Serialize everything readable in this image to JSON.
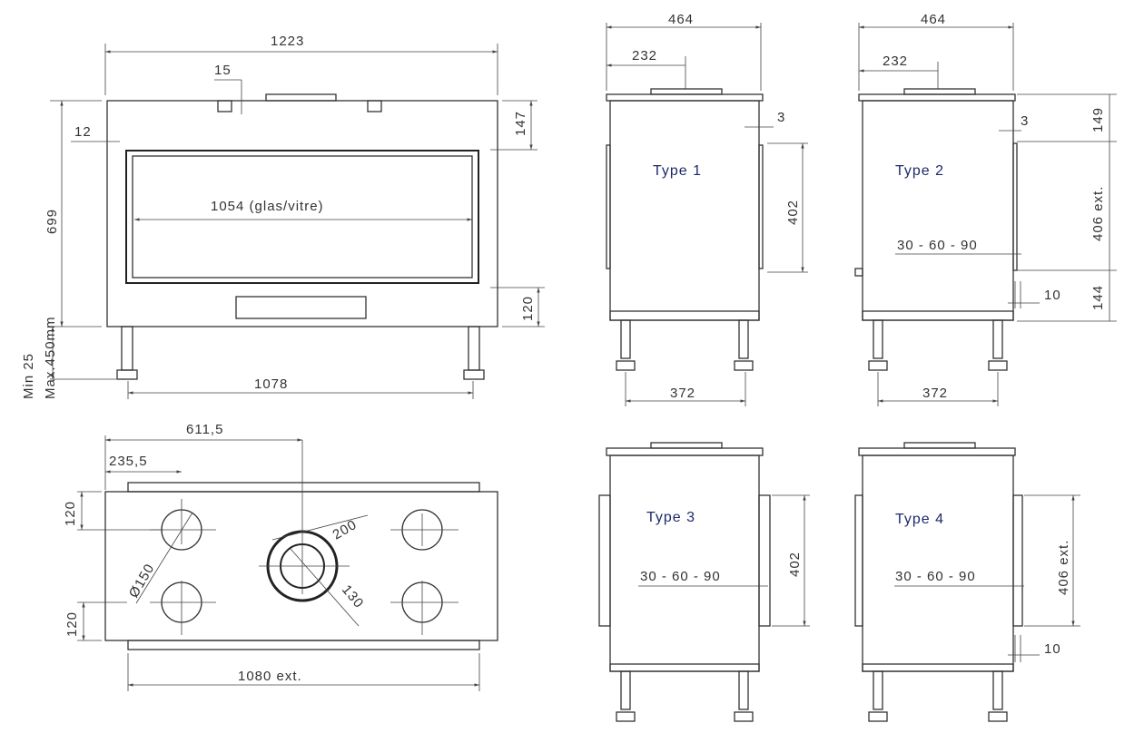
{
  "front_view": {
    "width_total": "1223",
    "offset_top": "15",
    "side_margin": "12",
    "top_height": "147",
    "glass_width": "1054 (glas/vitre)",
    "height_total": "699",
    "bottom_height": "120",
    "leg_min": "Min 25",
    "leg_max": "Max.450mm",
    "leg_spacing": "1078"
  },
  "top_view": {
    "center_offset": "611,5",
    "hole_offset": "235,5",
    "hole_top": "120",
    "hole_bottom": "120",
    "hole_diameter": "Ø150",
    "flue_outer": "200",
    "flue_inner": "130",
    "width_ext": "1080 ext."
  },
  "type1": {
    "label": "Type 1",
    "depth": "464",
    "half_depth": "232",
    "wall": "3",
    "opening": "402",
    "leg_spacing": "372"
  },
  "type2": {
    "label": "Type 2",
    "depth": "464",
    "half_depth": "232",
    "wall": "3",
    "top": "149",
    "opening": "406 ext.",
    "angles": "30 - 60 - 90",
    "bottom": "144",
    "gap": "10",
    "leg_spacing": "372"
  },
  "type3": {
    "label": "Type 3",
    "angles": "30 - 60 - 90",
    "opening": "402"
  },
  "type4": {
    "label": "Type 4",
    "angles": "30 - 60 - 90",
    "opening": "406 ext.",
    "gap": "10"
  }
}
